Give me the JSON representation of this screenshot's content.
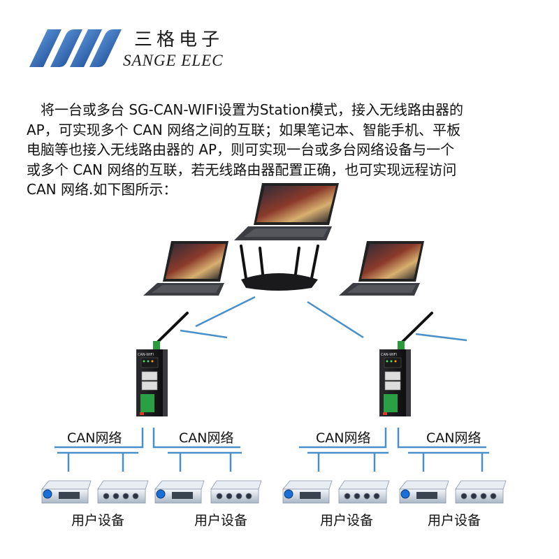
{
  "brand": {
    "name_cn": "三格电子",
    "name_en": "SANGE ELEC",
    "accent": "#1f5fb0"
  },
  "description": {
    "lines": [
      "　将一台或多台 SG-CAN-WIFI设置为Station模式，接入无线路由器的",
      "AP，可实现多个 CAN 网络之间的互联；如果笔记本、智能手机、平板",
      "电脑等也接入无线路由器的 AP，则可实现一台或多台网络设备与一个",
      "或多个 CAN 网络的互联，若无线路由器配置正确，也可实现远程访问",
      " CAN 网络.如下图所示："
    ]
  },
  "diagram": {
    "gateway_label": "CAN-WIFI",
    "can_network_label": "CAN网络",
    "user_device_label": "用户设备",
    "link_color": "#4a90c8"
  }
}
